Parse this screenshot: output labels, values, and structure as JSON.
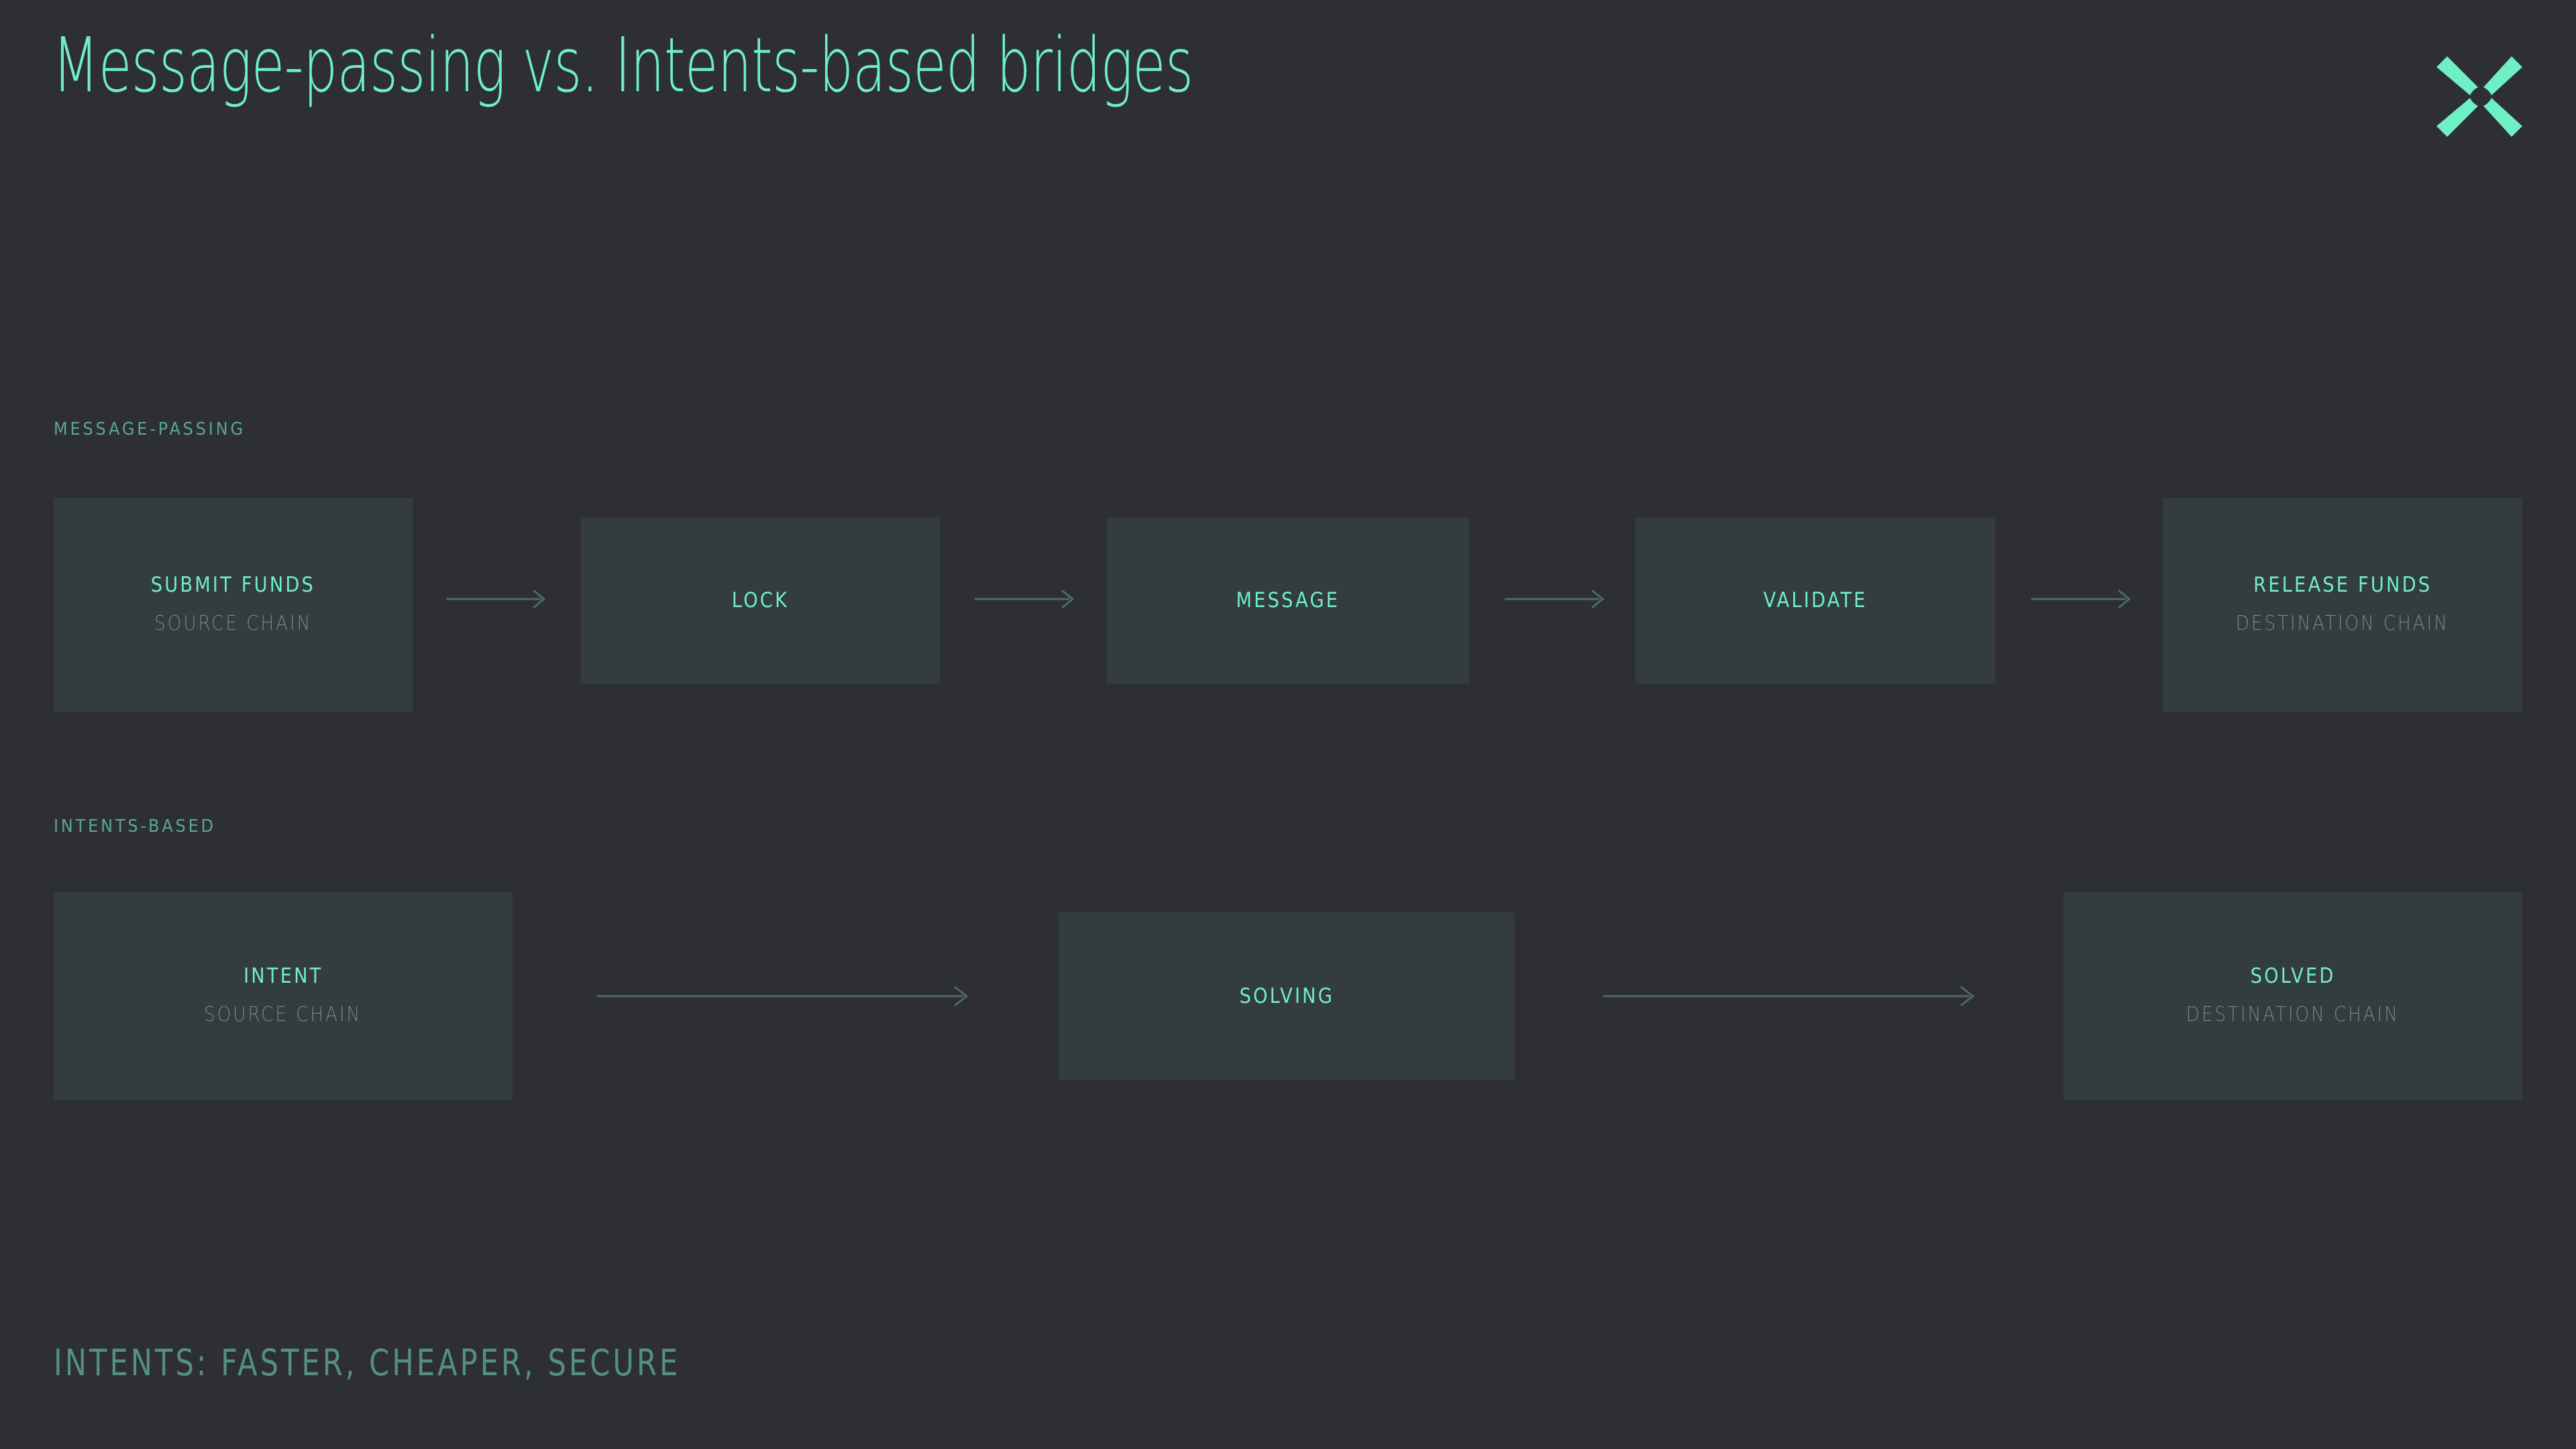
{
  "header": {
    "title": "Message-passing vs. Intents-based bridges",
    "logo_icon": "x-mark-logo"
  },
  "colors": {
    "background": "#2D2F33",
    "node_fill": "#333C3E",
    "accent_mint": "#6FEFC6",
    "label_teal": "#5BA892",
    "subtitle_muted": "#6E8A83",
    "arrow": "#4E6A66",
    "footer_teal": "#55907E"
  },
  "sections": [
    {
      "label": "MESSAGE-PASSING",
      "nodes": [
        {
          "title": "SUBMIT FUNDS",
          "subtitle": "SOURCE CHAIN"
        },
        {
          "title": "LOCK",
          "subtitle": ""
        },
        {
          "title": "MESSAGE",
          "subtitle": ""
        },
        {
          "title": "VALIDATE",
          "subtitle": ""
        },
        {
          "title": "RELEASE FUNDS",
          "subtitle": "DESTINATION CHAIN"
        }
      ],
      "arrow_count": 4
    },
    {
      "label": "INTENTS-BASED",
      "nodes": [
        {
          "title": "INTENT",
          "subtitle": "SOURCE CHAIN"
        },
        {
          "title": "SOLVING",
          "subtitle": ""
        },
        {
          "title": "SOLVED",
          "subtitle": "DESTINATION CHAIN"
        }
      ],
      "arrow_count": 2
    }
  ],
  "footer": {
    "note": "INTENTS: FASTER, CHEAPER, SECURE"
  }
}
